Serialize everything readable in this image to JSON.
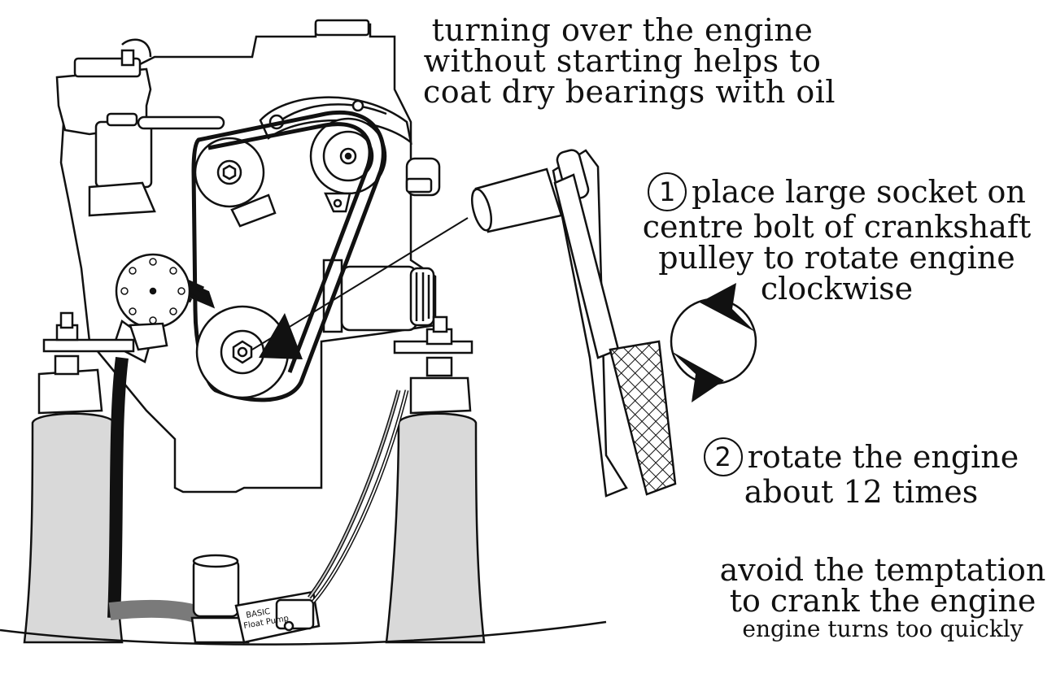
{
  "captions": {
    "top": [
      "turning over the engine",
      "without starting helps to",
      "coat dry bearings with oil"
    ],
    "step1": {
      "number": "1",
      "lines": [
        "place large socket on",
        "centre bolt of crankshaft",
        "pulley to rotate engine",
        "clockwise"
      ]
    },
    "step2": {
      "number": "2",
      "lines": [
        "rotate the engine",
        "about 12 times"
      ]
    },
    "bottom": {
      "lines": [
        "avoid the temptation",
        "to crank the engine"
      ],
      "note": "engine turns too quickly"
    }
  },
  "pump_label": {
    "line1": "BASIC",
    "line2": "Float Pump"
  },
  "colors": {
    "ink": "#111111",
    "mount_fill": "#d9d9d9",
    "hose": "#7a7a7a",
    "background": "#ffffff"
  },
  "icons": {
    "rotation": "clockwise-rotation-icon",
    "socket_wrench": "socket-wrench-icon"
  }
}
